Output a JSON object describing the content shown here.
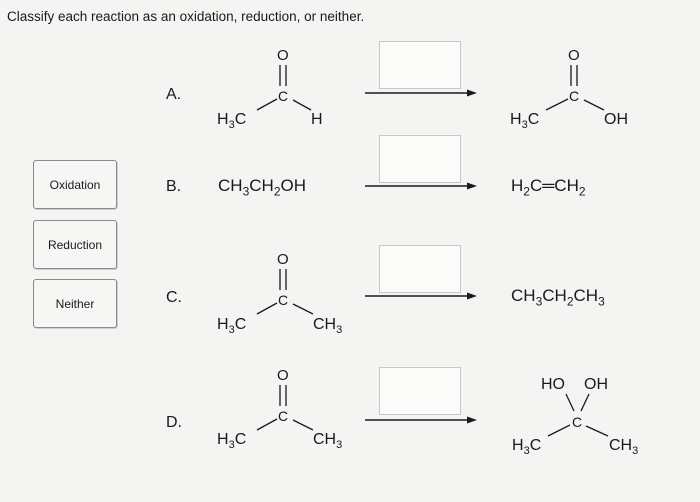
{
  "prompt": "Classify each reaction as an oxidation, reduction, or neither.",
  "choices": [
    "Oxidation",
    "Reduction",
    "Neither"
  ],
  "reactions": [
    {
      "letter": "A.",
      "reactant": {
        "left": "H",
        "left_sub": "3",
        "left_end": "C",
        "center": "C",
        "top": "O",
        "right": "H"
      },
      "product": {
        "left": "H",
        "left_sub": "3",
        "left_end": "C",
        "center": "C",
        "top": "O",
        "right": "OH"
      }
    },
    {
      "letter": "B.",
      "reactant": [
        "CH",
        "3",
        "CH",
        "2",
        "OH"
      ],
      "product": [
        "H",
        "2",
        "C",
        "═",
        "CH",
        "2"
      ]
    },
    {
      "letter": "C.",
      "reactant": {
        "left": "H",
        "left_sub": "3",
        "left_end": "C",
        "center": "C",
        "top": "O",
        "right": "CH",
        "right_sub": "3"
      },
      "product": [
        "CH",
        "3",
        "CH",
        "2",
        "CH",
        "3"
      ]
    },
    {
      "letter": "D.",
      "reactant": {
        "left": "H",
        "left_sub": "3",
        "left_end": "C",
        "center": "C",
        "top": "O",
        "right": "CH",
        "right_sub": "3"
      },
      "product": {
        "ho": "HO",
        "oh": "OH",
        "center": "C",
        "left": "H",
        "left_sub": "3",
        "left_end": "C",
        "right": "CH",
        "right_sub": "3"
      }
    }
  ]
}
